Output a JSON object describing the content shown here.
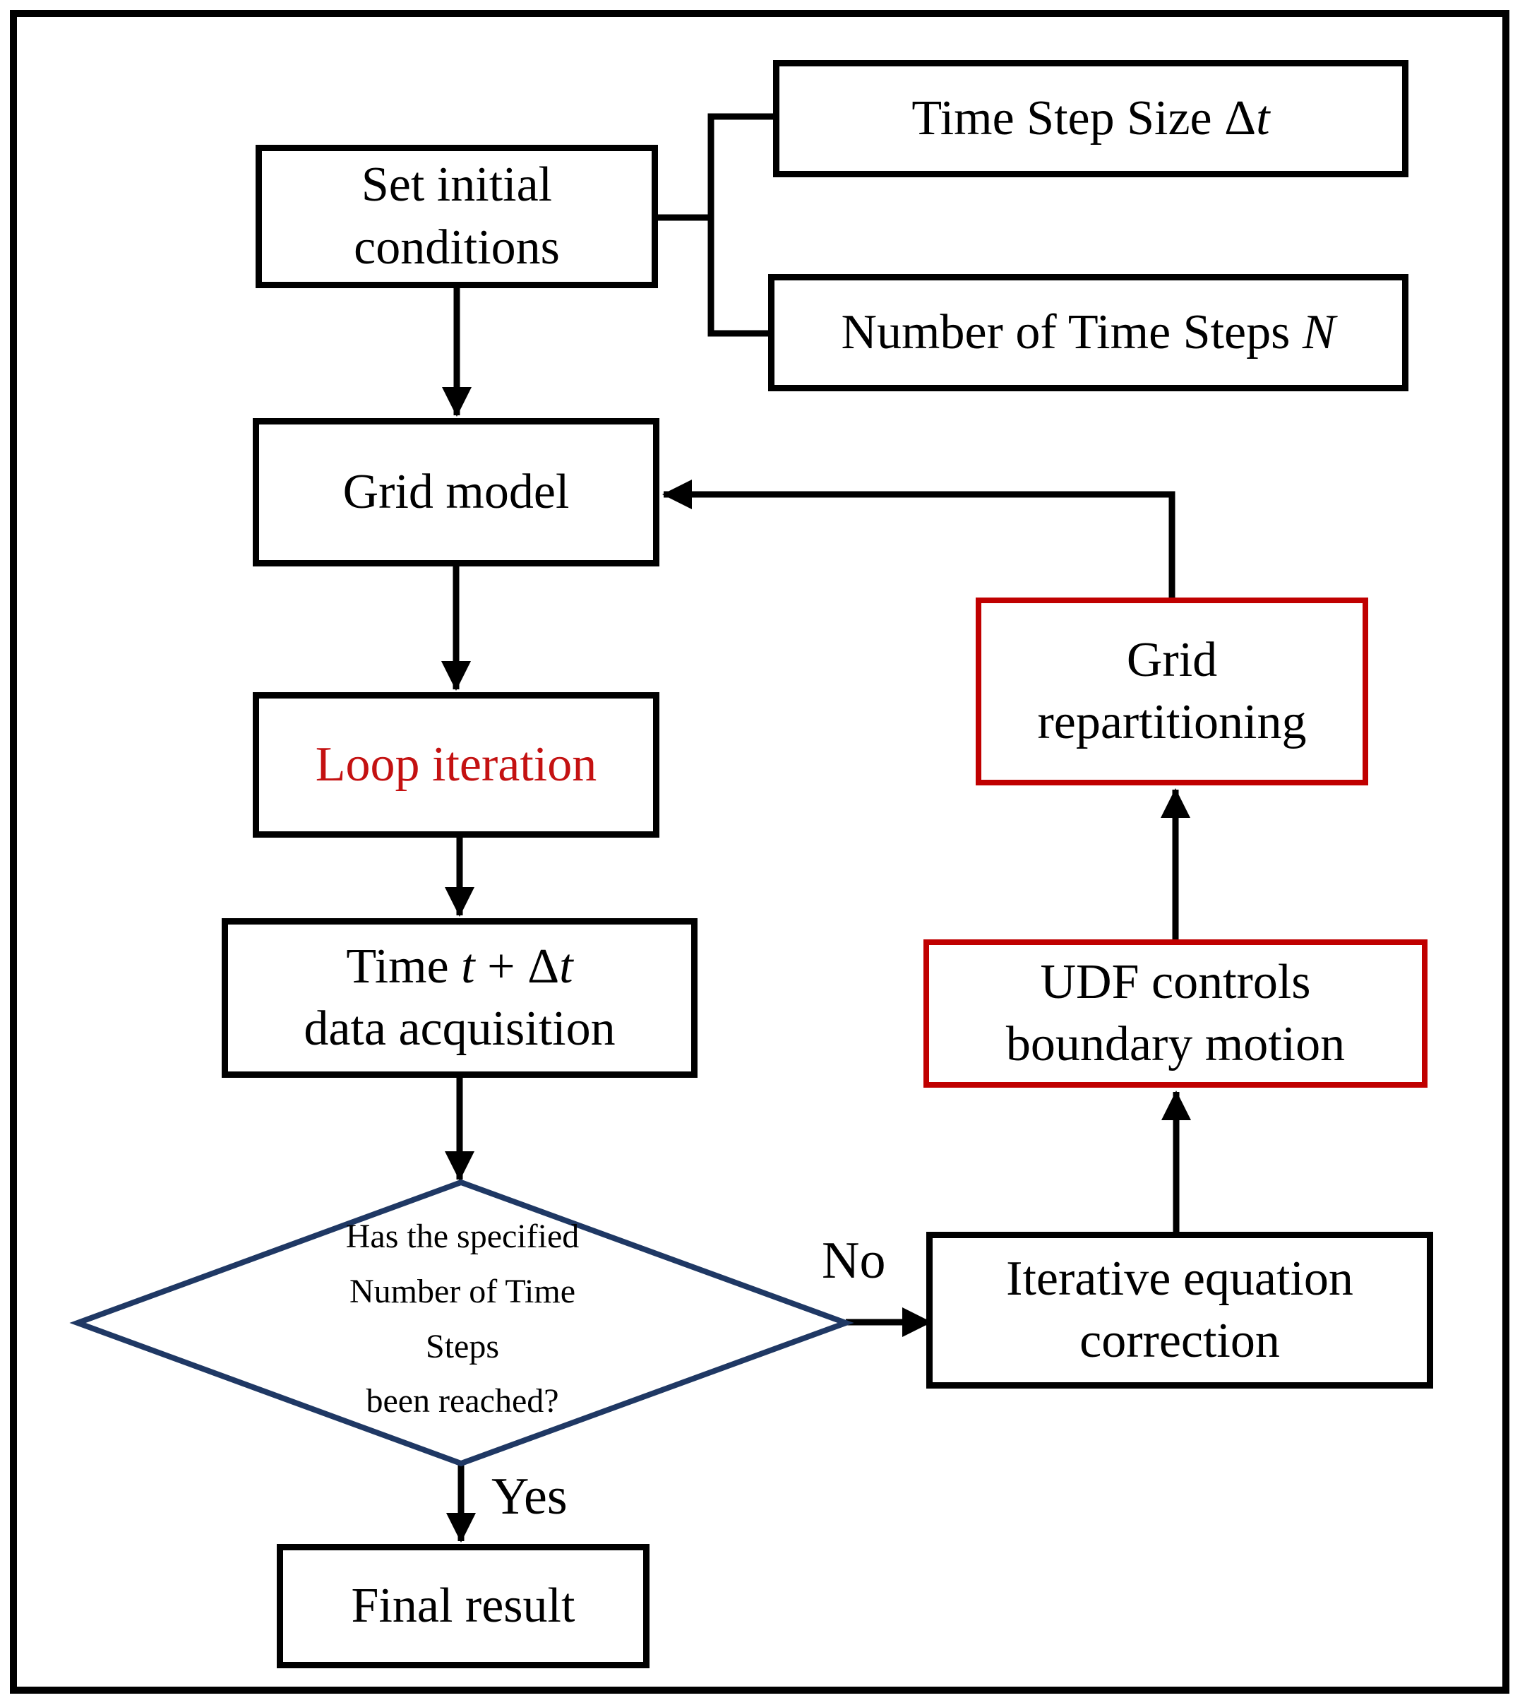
{
  "diagram": {
    "colors": {
      "ink": "#000000",
      "background": "#FFFFFF",
      "red_border": "#C00000",
      "red_text": "#C41111",
      "decision_border": "#1F3864"
    },
    "nodes": {
      "set_initial": {
        "lines": [
          "Set initial",
          "conditions"
        ]
      },
      "time_step_size": {
        "parts": [
          "Time Step Size Δ",
          "t"
        ]
      },
      "number_time_steps": {
        "parts": [
          "Number of Time Steps ",
          "N"
        ]
      },
      "grid_model": {
        "label": "Grid model"
      },
      "loop_iteration": {
        "label": "Loop iteration"
      },
      "data_acquisition": {
        "line1_parts": [
          "Time ",
          "t",
          " + Δ",
          "t"
        ],
        "line2": "data acquisition"
      },
      "decision": {
        "lines": [
          "Has the specified",
          "Number of Time",
          "Steps",
          "been reached?"
        ]
      },
      "final_result": {
        "label": "Final result"
      },
      "iterative_correction": {
        "lines": [
          "Iterative equation",
          "correction"
        ]
      },
      "udf_controls": {
        "lines": [
          "UDF controls",
          "boundary motion"
        ]
      },
      "grid_repartitioning": {
        "lines": [
          "Grid",
          "repartitioning"
        ]
      }
    },
    "edge_labels": {
      "yes": "Yes",
      "no": "No"
    }
  }
}
